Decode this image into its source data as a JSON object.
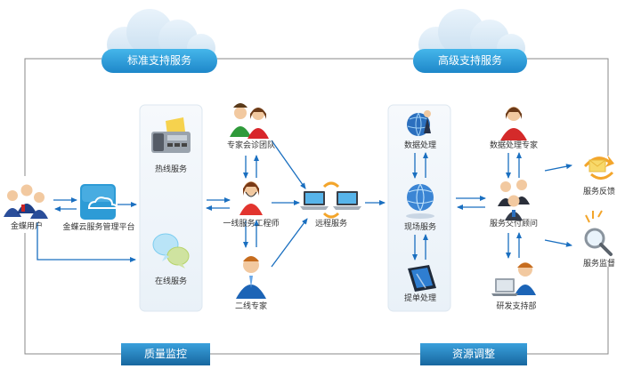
{
  "top_badges": {
    "left": "标准支持服务",
    "right": "高级支持服务"
  },
  "bottom_badges": {
    "left": "质量监控",
    "right": "资源调整"
  },
  "nodes": {
    "user": "金蝶用户",
    "platform": "金蝶云服务管理平台",
    "hotline": "热线服务",
    "online": "在线服务",
    "expert_team": "专家会诊团队",
    "first_line": "一线服务工程师",
    "second_line": "二线专家",
    "remote": "远程服务",
    "data_processing": "数据处理",
    "onsite": "现场服务",
    "ticket": "提单处理",
    "data_expert": "数据处理专家",
    "delivery_advisor": "服务交付顾问",
    "rnd": "研发支持部",
    "feedback": "服务反馈",
    "supervision": "服务监督"
  },
  "colors": {
    "arrow": "#1a6fc0",
    "frame_line": "#8a8a8a",
    "cloud_fill": "#2b9fd9",
    "bar_fill": "#1d7fc4",
    "panel_fill": "#f1f6fb"
  }
}
